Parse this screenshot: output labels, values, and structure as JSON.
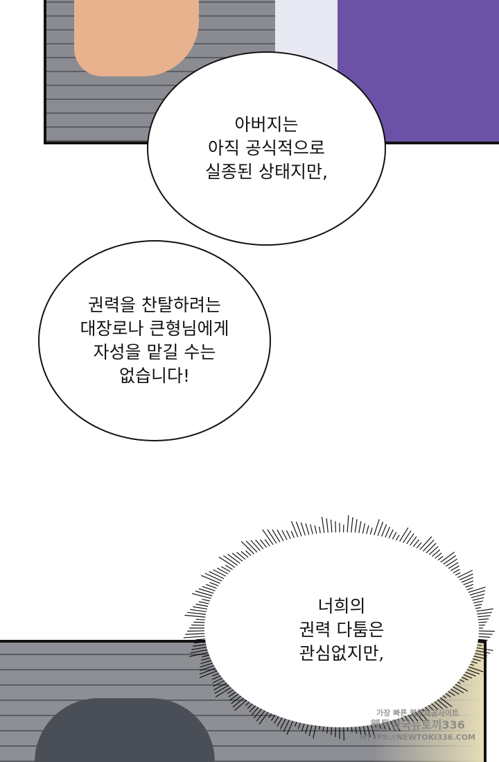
{
  "bubbles": [
    {
      "text": "아버지는\n아직 공식적으로\n실종된 상태지만,"
    },
    {
      "text": "권력을 찬탈하려는\n대장로나 큰형님에게\n자성을 맡길 수는\n없습니다!"
    },
    {
      "text": "너희의\n권력 다툼은\n관심없지만,"
    }
  ],
  "watermark": {
    "line1": "가장 빠른 웹툰제공사이트",
    "line2": "웹툰왕국뉴토끼336",
    "line3": "HTTPS://NEWTOKI336.COM"
  }
}
